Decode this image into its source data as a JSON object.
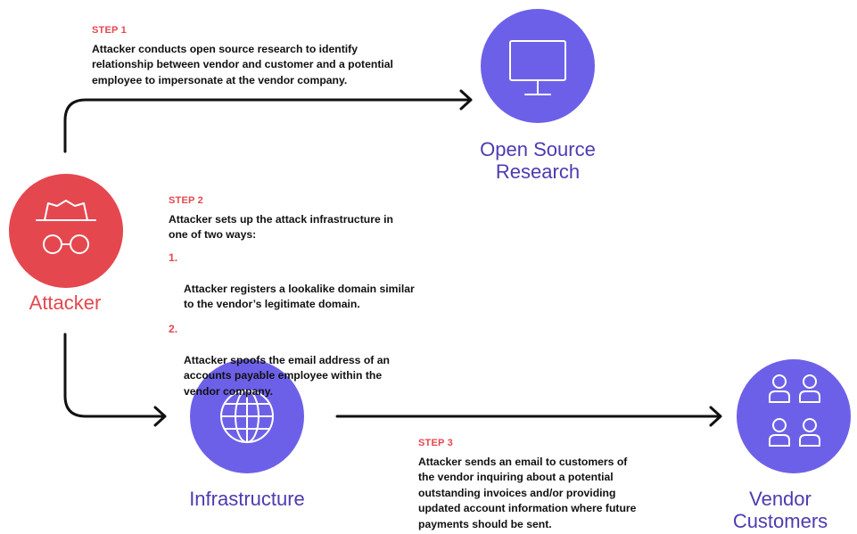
{
  "colors": {
    "attacker": "#e5474f",
    "node": "#6d60e8",
    "node_label": "#4e3ab0",
    "step_title": "#e5474f",
    "text": "#111111",
    "arrow": "#111111"
  },
  "nodes": {
    "attacker": {
      "label": "Attacker",
      "icon": "spy-hat-glasses-icon"
    },
    "research": {
      "label": "Open Source\nResearch",
      "icon": "monitor-icon"
    },
    "infrastructure": {
      "label": "Infrastructure",
      "icon": "globe-icon"
    },
    "customers": {
      "label": "Vendor\nCustomers",
      "icon": "people-group-icon"
    }
  },
  "steps": {
    "step1": {
      "title": "STEP 1",
      "body": "Attacker conducts open source research to identify\nrelationship between vendor and customer and a potential\nemployee to impersonate at the vendor company."
    },
    "step2": {
      "title": "STEP 2",
      "body": "Attacker sets up the attack infrastructure in\none of two ways:",
      "items": [
        {
          "num": "1.",
          "text": "Attacker registers a lookalike domain similar\nto the vendor’s legitimate domain."
        },
        {
          "num": "2.",
          "text": "Attacker spoofs the email address of an\naccounts payable employee within the\nvendor company."
        }
      ]
    },
    "step3": {
      "title": "STEP 3",
      "body": "Attacker sends an email to customers of\nthe vendor inquiring about a potential\noutstanding invoices and/or providing\nupdated account information where future\npayments should be sent."
    }
  }
}
